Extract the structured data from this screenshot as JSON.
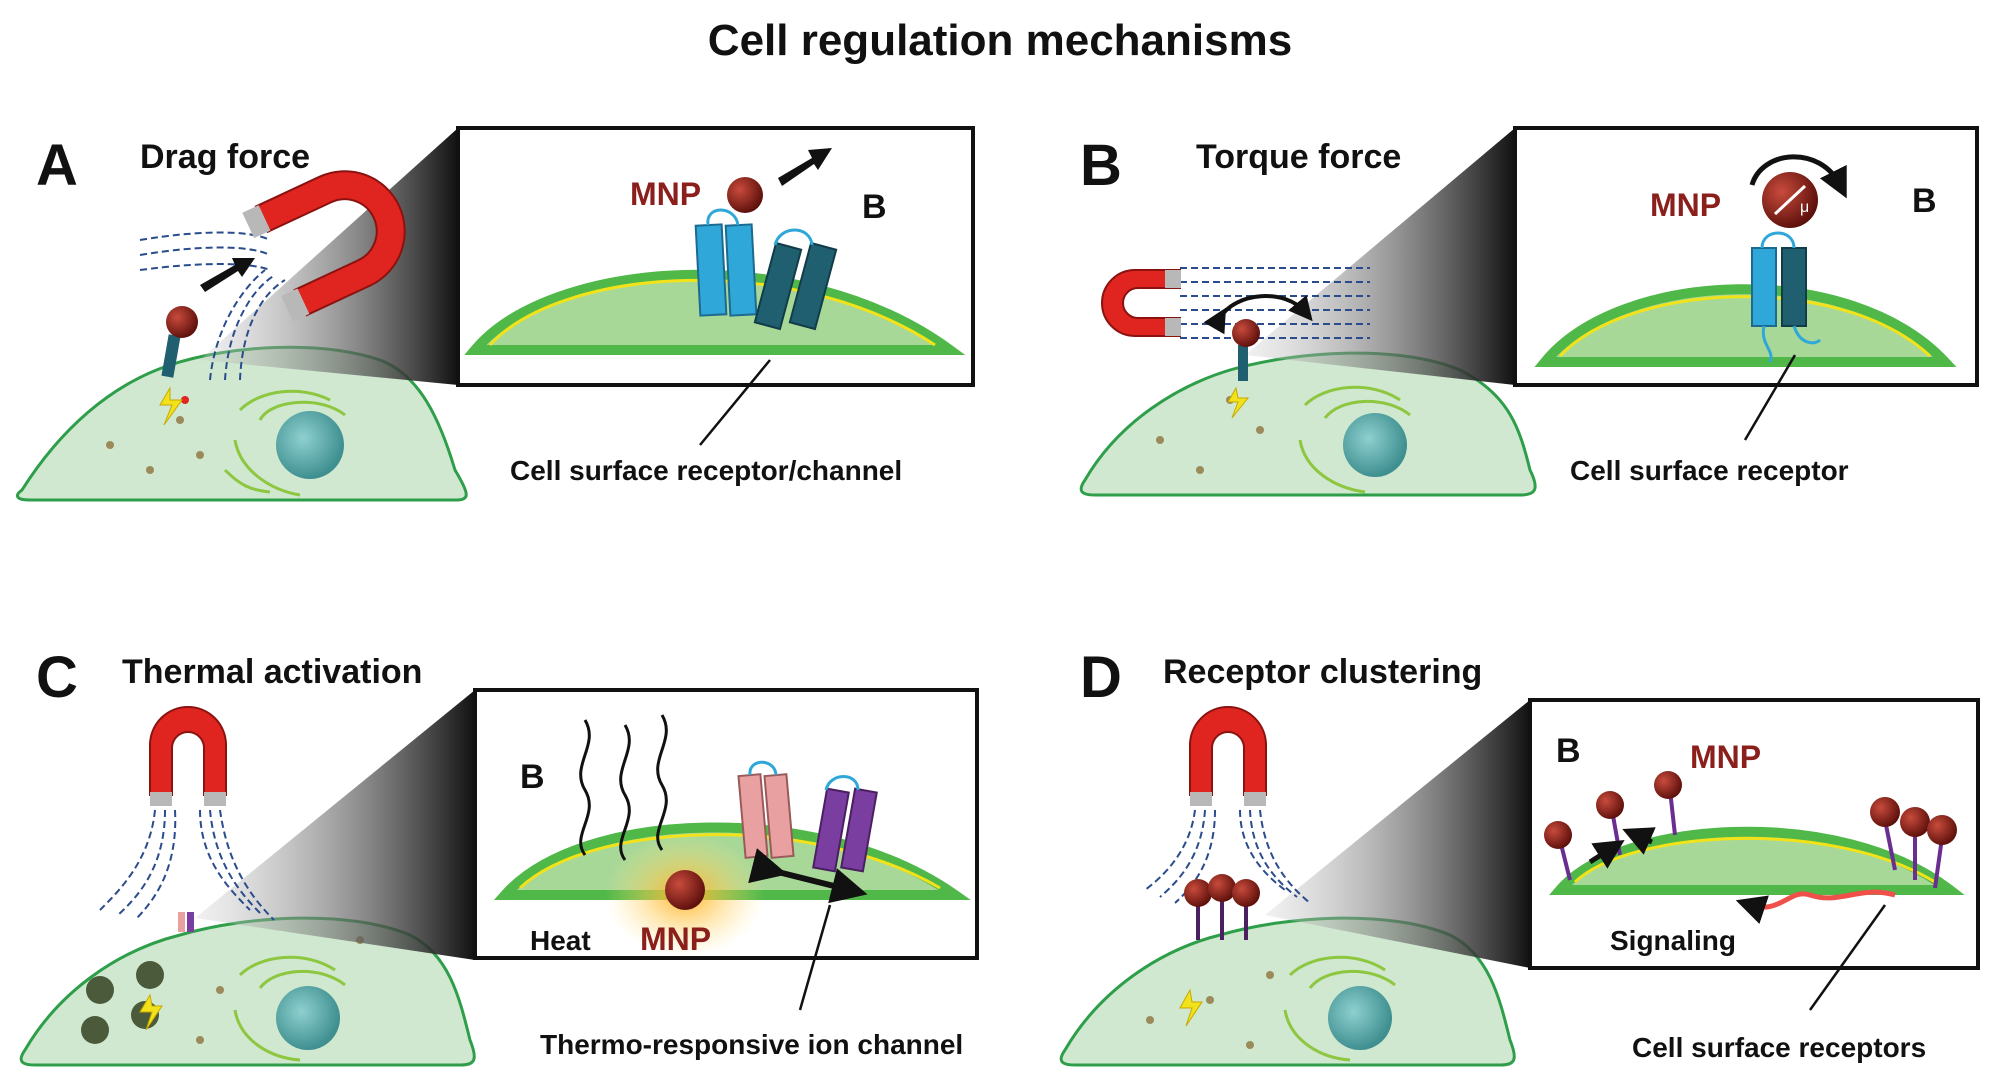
{
  "title": "Cell regulation mechanisms",
  "panels": [
    {
      "letter": "A",
      "title": "Drag force",
      "inset_letter": "B",
      "mnp": "MNP",
      "callout": "Cell surface receptor/channel"
    },
    {
      "letter": "B",
      "title": "Torque force",
      "inset_letter": "B",
      "mnp": "MNP",
      "moment_symbol": "μ",
      "callout": "Cell surface receptor"
    },
    {
      "letter": "C",
      "title": "Thermal activation",
      "inset_letter": "B",
      "mnp": "MNP",
      "heat": "Heat",
      "callout": "Thermo-responsive ion channel"
    },
    {
      "letter": "D",
      "title": "Receptor clustering",
      "inset_letter": "B",
      "mnp": "MNP",
      "signaling": "Signaling",
      "callout": "Cell surface receptors"
    }
  ],
  "colors": {
    "magnet_red": "#e0241f",
    "magnet_tip": "#b8b8b8",
    "cell_fill": "#cfe8cf",
    "cell_stroke": "#2e9e4a",
    "membrane": "#4fb848",
    "membrane_line": "#f2e21a",
    "nucleus": "#5aa8a8",
    "mnp_particle": "#7a1612",
    "receptor_light": "#2fa7d8",
    "receptor_dark": "#1f5f70",
    "channel_pink": "#e8a0a0",
    "channel_purple": "#7a3ea0",
    "field_line": "#2a4c8c",
    "heat_glow": "#ffd54a",
    "signal_arrow": "#f0504a"
  }
}
